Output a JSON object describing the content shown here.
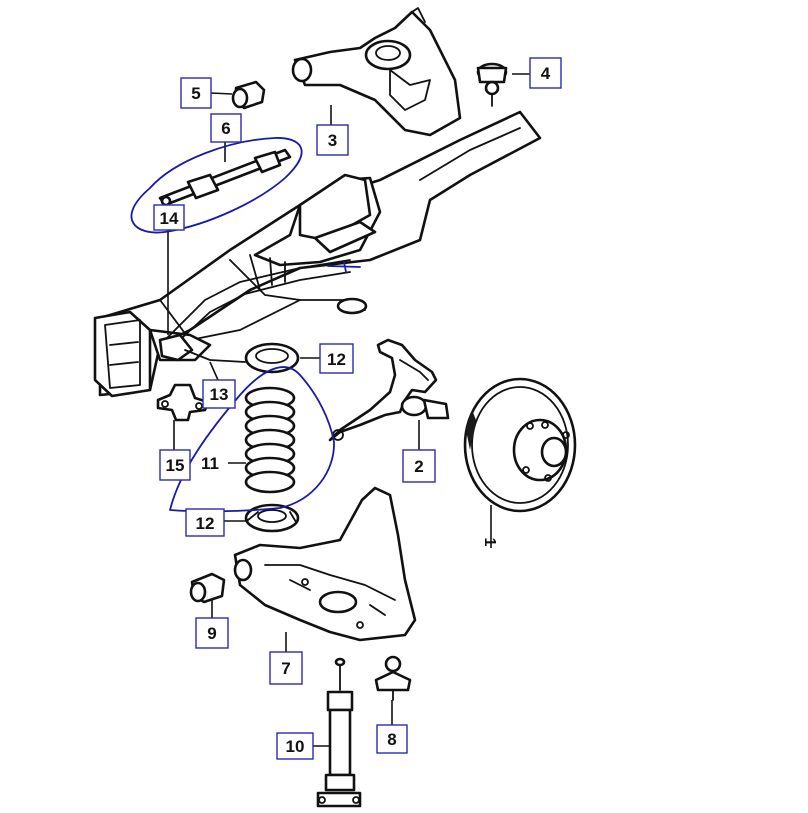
{
  "callouts": {
    "c1": "1",
    "c2": "2",
    "c3": "3",
    "c4": "4",
    "c5": "5",
    "c6": "6",
    "c7": "7",
    "c8": "8",
    "c9": "9",
    "c10": "10",
    "c11": "11",
    "c12a": "12",
    "c12b": "12",
    "c13": "13",
    "c14": "14",
    "c15": "15"
  },
  "colors": {
    "line_art": "#111111",
    "callout_border": "#2b2bb0",
    "ink_annotation": "#1a1aa8",
    "background": "#ffffff"
  }
}
